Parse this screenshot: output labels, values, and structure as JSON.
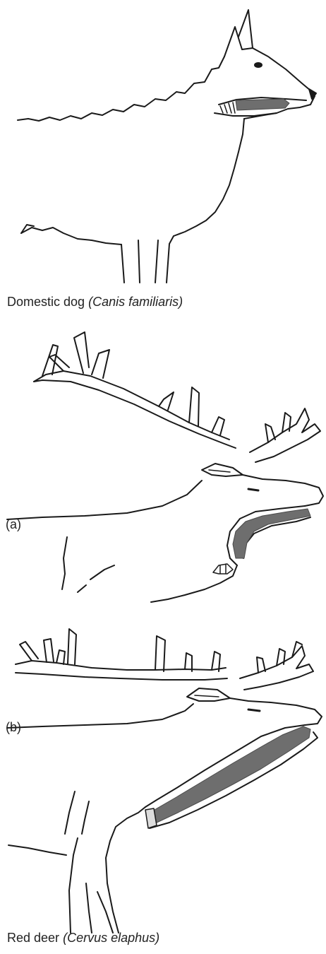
{
  "dog": {
    "common_name": "Domestic dog",
    "latin_name": "(Canis familiaris)"
  },
  "deer": {
    "common_name": "Red deer",
    "latin_name": "(Cervus elaphus)",
    "panel_a": "(a)",
    "panel_b": "(b)"
  },
  "colors": {
    "outline": "#1a1a1a",
    "vocal_tract": "#6e6e6e",
    "background": "#ffffff"
  }
}
